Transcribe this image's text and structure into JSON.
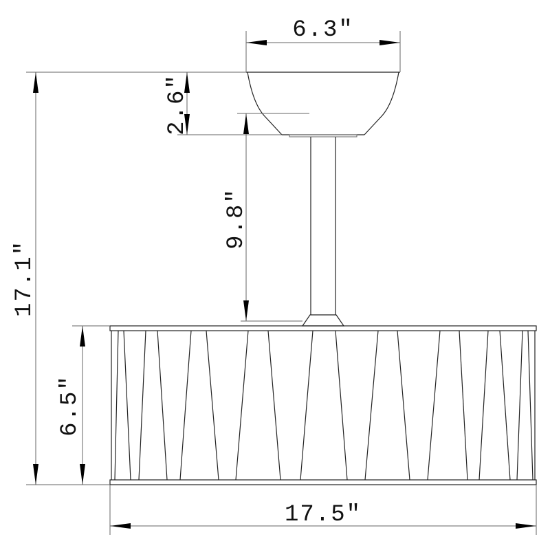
{
  "title": "Ceiling fan light dimension drawing",
  "dimensions": {
    "canopy_width": "6.3″",
    "canopy_height": "2.6″",
    "downrod_length": "9.8″",
    "total_height": "17.1″",
    "cage_height": "6.5″",
    "cage_width": "17.5″"
  }
}
